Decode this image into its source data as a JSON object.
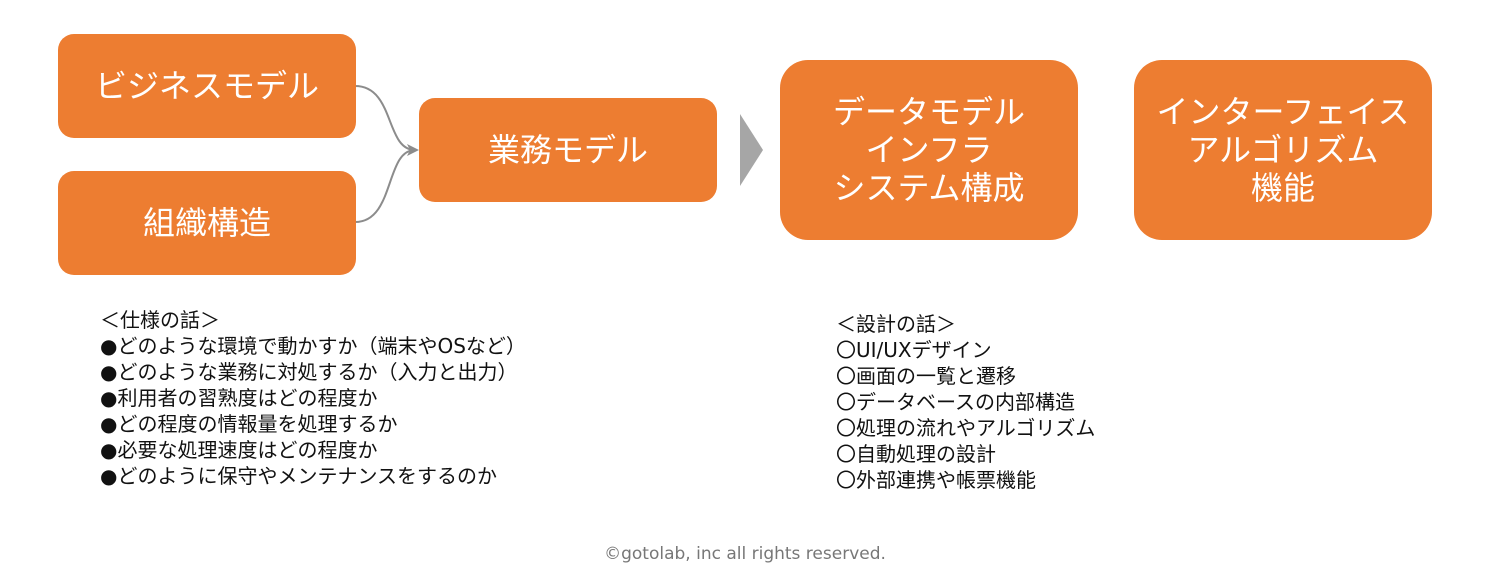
{
  "boxes": {
    "business_model": "ビジネスモデル",
    "organization": "組織構造",
    "work_model": "業務モデル",
    "data_model": [
      "データモデル",
      "インフラ",
      "システム構成"
    ],
    "interface": [
      "インターフェイス",
      "アルゴリズム",
      "機能"
    ]
  },
  "spec": {
    "title": "＜仕様の話＞",
    "items": [
      "●どのような環境で動かすか（端末やOSなど）",
      "●どのような業務に対処するか（入力と出力）",
      "●利用者の習熟度はどの程度か",
      "●どの程度の情報量を処理するか",
      "●必要な処理速度はどの程度か",
      "●どのように保守やメンテナンスをするのか"
    ]
  },
  "design": {
    "title": "＜設計の話＞",
    "items": [
      "〇UI/UXデザイン",
      "〇画面の一覧と遷移",
      "〇データベースの内部構造",
      "〇処理の流れやアルゴリズム",
      "〇自動処理の設計",
      "〇外部連携や帳票機能"
    ]
  },
  "footer": "©gotolab, inc  all rights reserved.",
  "colors": {
    "box": "#ED7D31",
    "arrow": "#A6A6A6",
    "connector": "#8C8C8C"
  }
}
